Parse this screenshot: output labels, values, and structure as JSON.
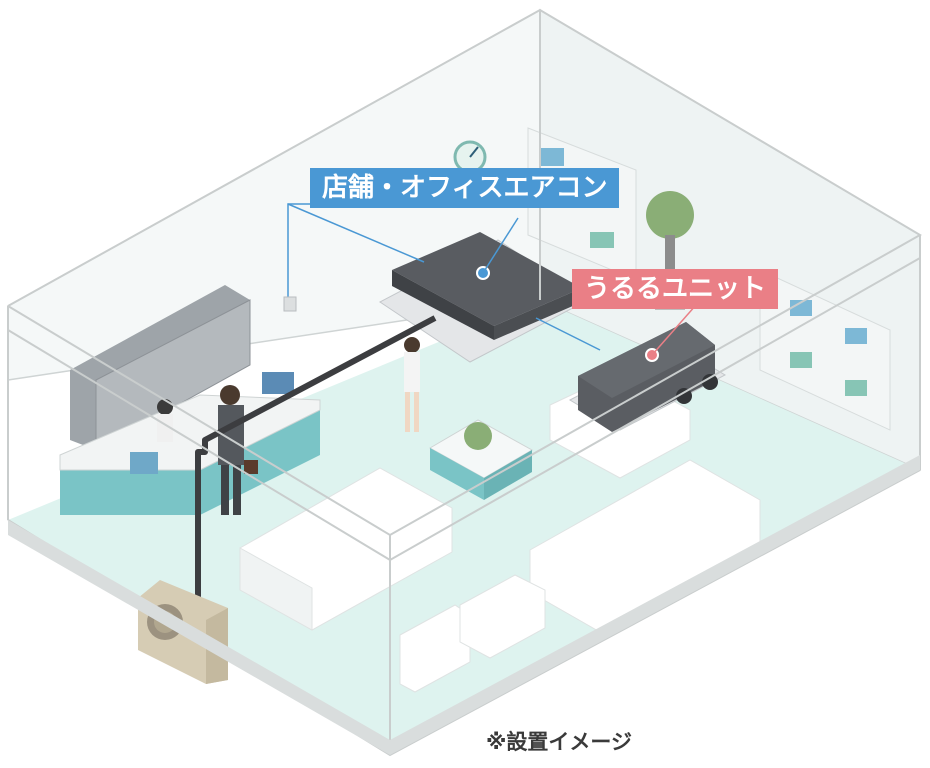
{
  "labels": {
    "aircon": "店舗・オフィスエアコン",
    "ururu": "うるるユニット"
  },
  "caption": "※設置イメージ",
  "colors": {
    "aircon_label": "#4a98d4",
    "ururu_label": "#ea7f86",
    "floor": "#def3ef",
    "glass_edge": "#c9cdcd",
    "unit_dark": "#4b4e52",
    "pipe": "#3c3d40",
    "outdoor_unit": "#d6ccb4"
  }
}
